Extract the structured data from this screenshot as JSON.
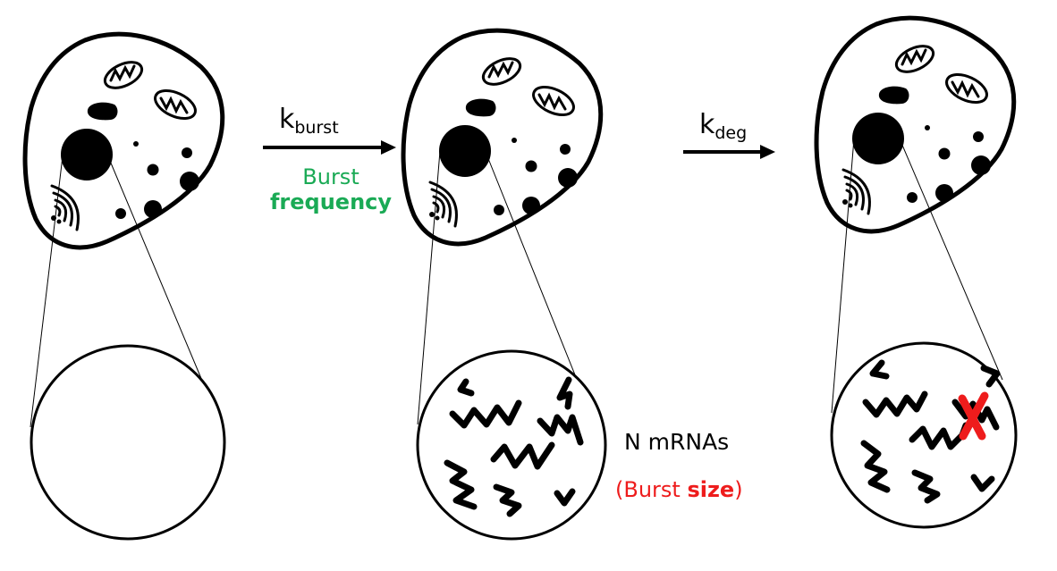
{
  "step1": {
    "k": "k",
    "sub": "burst",
    "label_line1": "Burst",
    "label_line2": "frequency"
  },
  "step2": {
    "k": "k",
    "sub": "deg"
  },
  "mrna": {
    "count_label": "N mRNAs",
    "size_open": "(Burst ",
    "size_bold": "size",
    "size_close": ")"
  },
  "colors": {
    "frequency": "#1aaa55",
    "size": "#ee1c1c",
    "degraded_mark": "#ee1c1c"
  }
}
